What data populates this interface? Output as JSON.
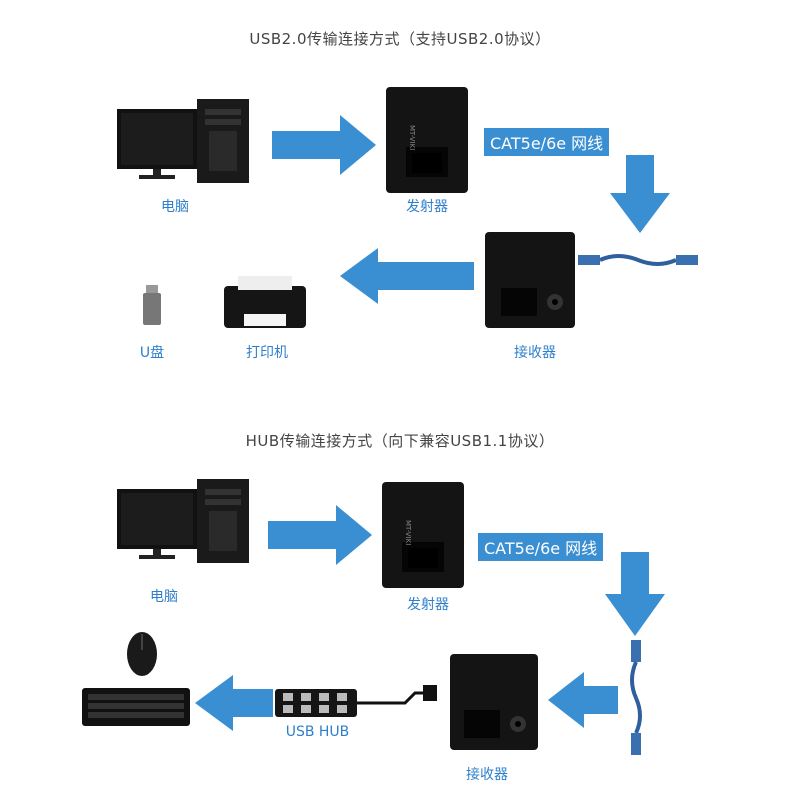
{
  "colors": {
    "accent": "#3a8ed2",
    "label": "#2f7fcb",
    "device": "#141414"
  },
  "section1": {
    "title": "USB2.0传输连接方式（支持USB2.0协议）",
    "cable_label": "CAT5e/6e 网线",
    "labels": {
      "computer": "电脑",
      "transmitter": "发射器",
      "receiver": "接收器",
      "usb_disk": "U盘",
      "printer": "打印机"
    }
  },
  "section2": {
    "title": "HUB传输连接方式（向下兼容USB1.1协议）",
    "cable_label": "CAT5e/6e 网线",
    "labels": {
      "computer": "电脑",
      "transmitter": "发射器",
      "receiver": "接收器",
      "usb_hub": "USB HUB"
    }
  }
}
